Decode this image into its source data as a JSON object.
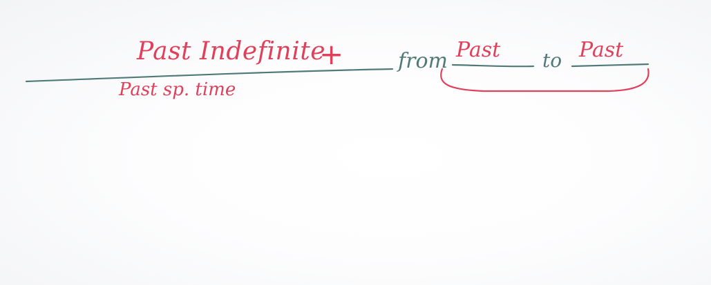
{
  "board": {
    "main_text": "Past Indefinite",
    "plus_sign": "+",
    "under_text": "Past sp. time",
    "from_text": "from",
    "blank_one_text": "Past",
    "to_text": "to",
    "blank_two_text": "Past"
  },
  "colors": {
    "red_ink": "#e0405a",
    "teal_ink": "#4f7a78",
    "background": "#ffffff"
  }
}
